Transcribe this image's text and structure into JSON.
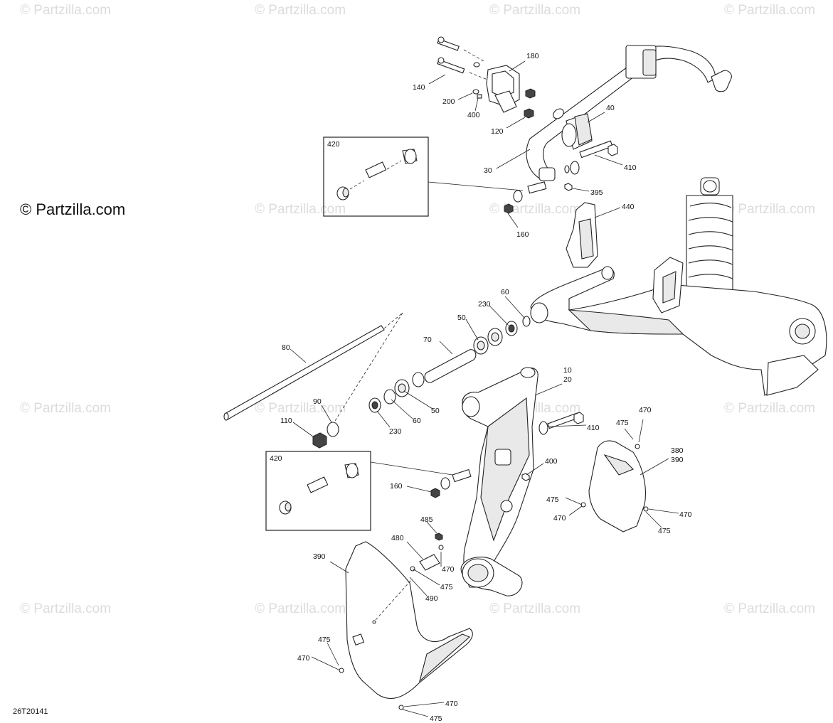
{
  "watermark": {
    "text": "© Partzilla.com"
  },
  "brand": {
    "text": "© Partzilla.com"
  },
  "diagram_code": "26T20141",
  "insets": [
    {
      "label": "420"
    },
    {
      "label": "420"
    }
  ],
  "callouts": [
    "180",
    "140",
    "200",
    "400",
    "120",
    "40",
    "30",
    "410",
    "395",
    "440",
    "160",
    "60",
    "230",
    "50",
    "70",
    "80",
    "10",
    "20",
    "90",
    "110",
    "50",
    "60",
    "230",
    "410",
    "475",
    "470",
    "400",
    "380",
    "390",
    "160",
    "475",
    "470",
    "470",
    "475",
    "485",
    "480",
    "470",
    "475",
    "490",
    "390",
    "475",
    "470",
    "470",
    "475"
  ]
}
